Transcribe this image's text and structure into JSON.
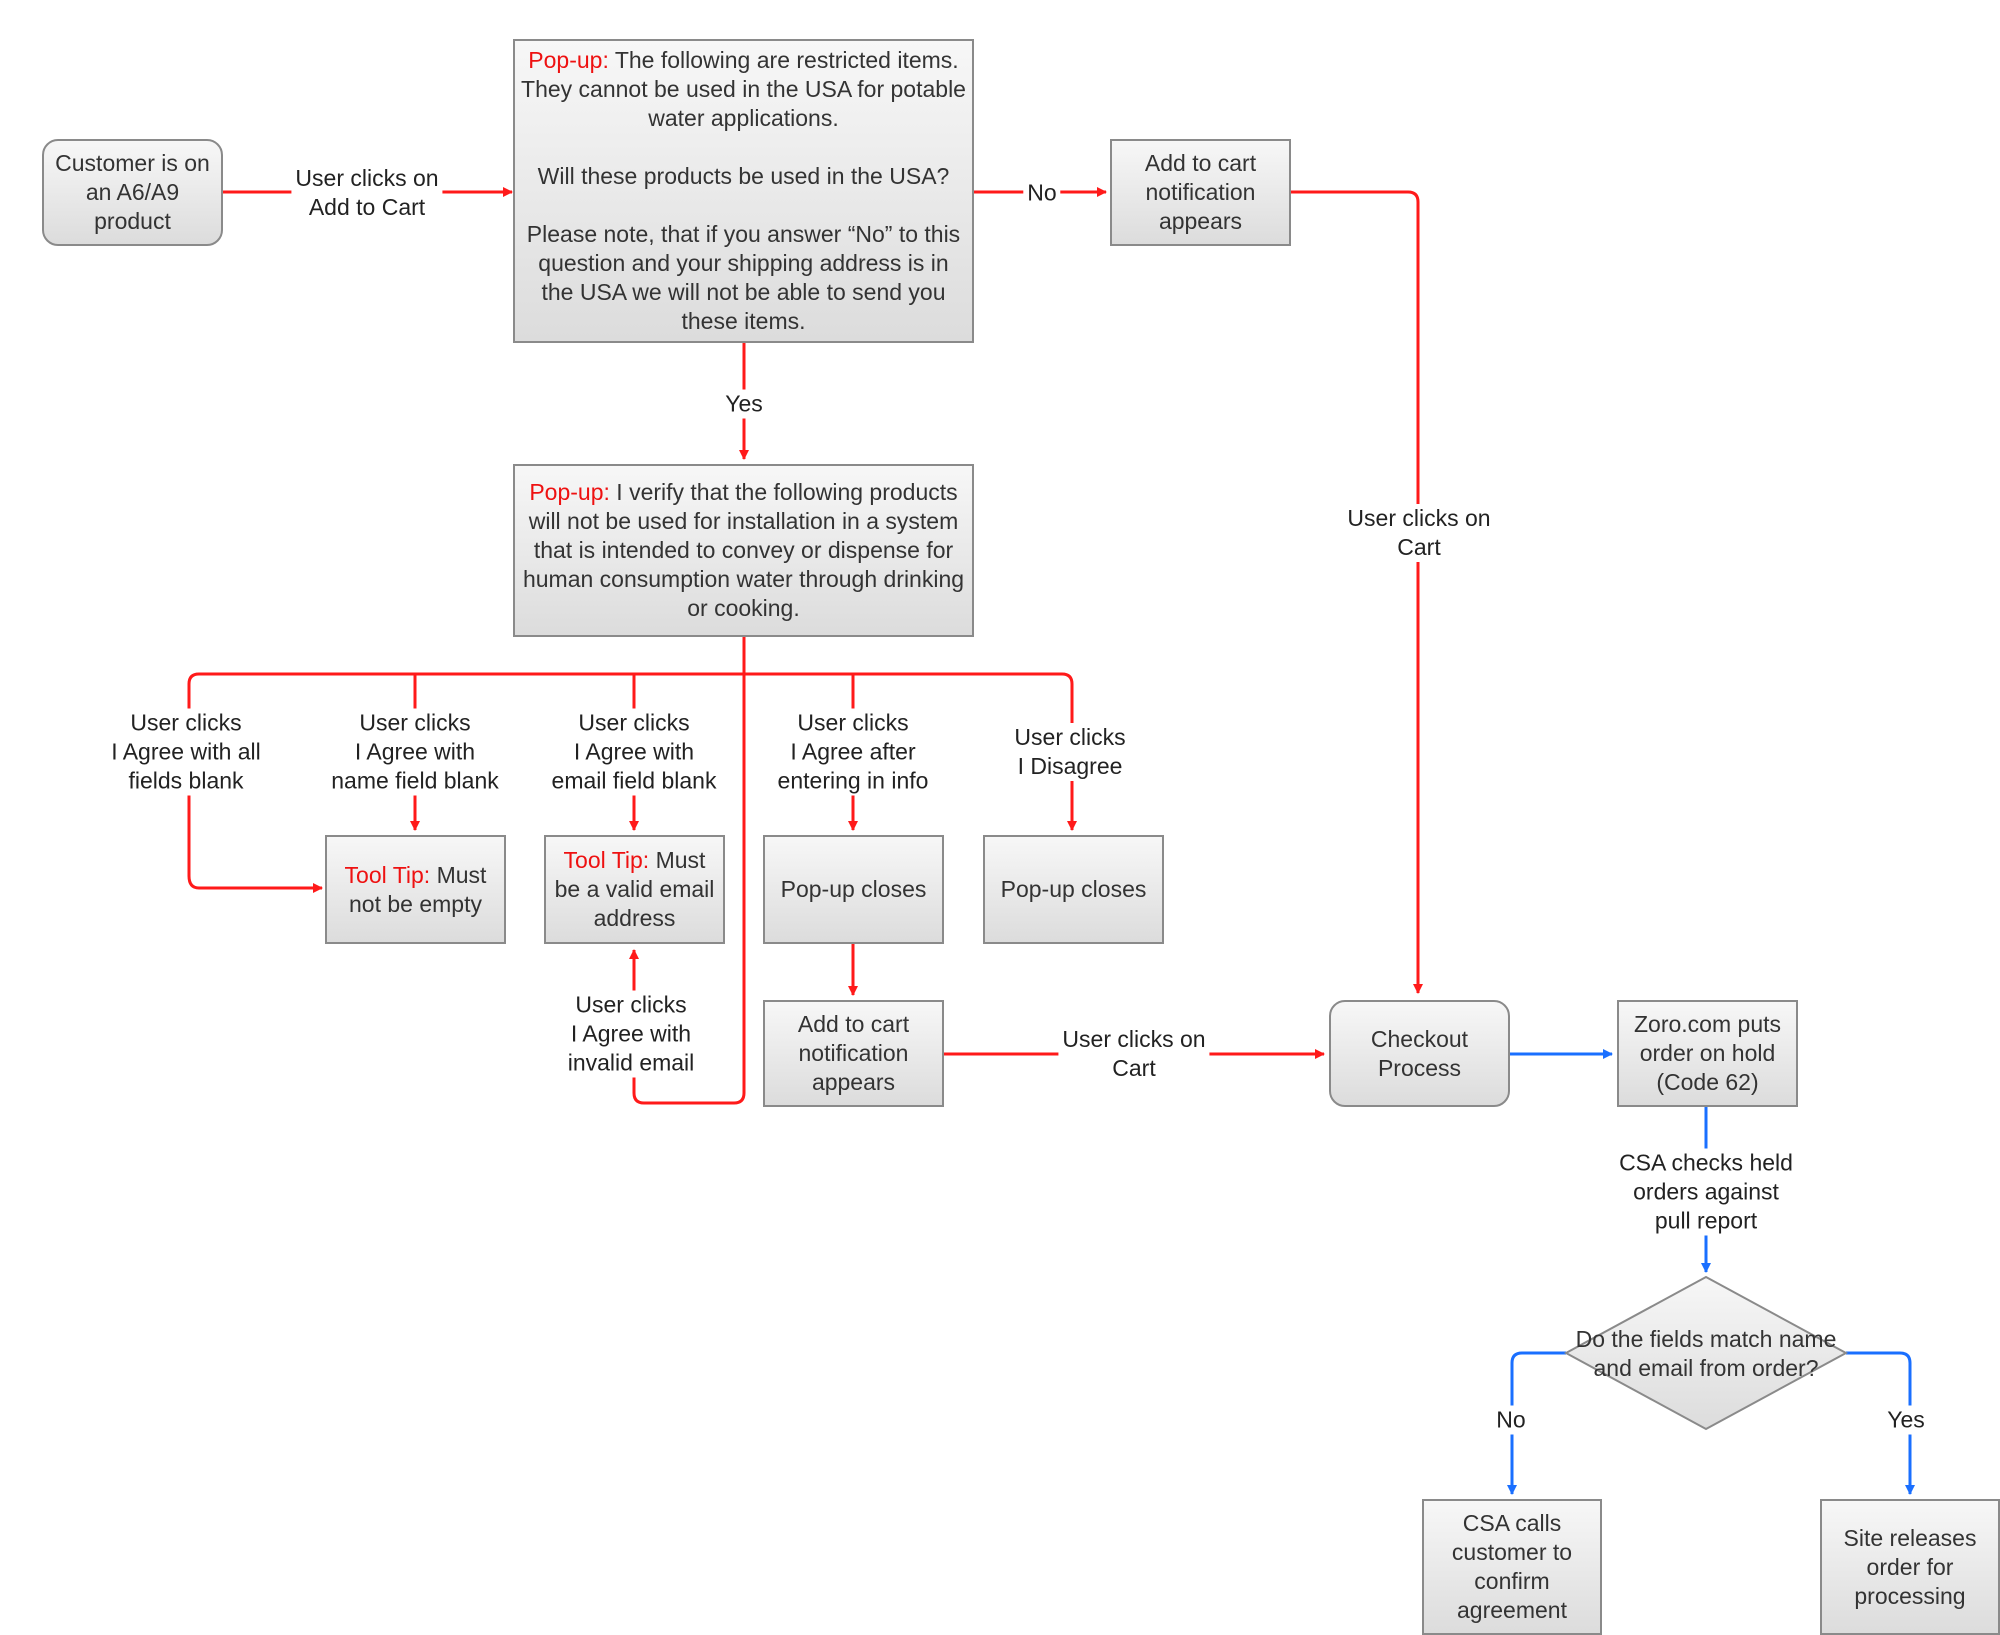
{
  "nodes": {
    "start": "Customer is on an A6/A9 product",
    "popup1": {
      "prefix": "Pop-up:",
      "text": " The following are restricted items. They cannot be used in the USA for potable water applications.",
      "question": "Will these products be used in the USA?",
      "note": "Please note, that if you answer “No” to this question and your shipping address is in the USA we will not be able to send you these items."
    },
    "add_cart_top": "Add to cart notification appears",
    "popup2": {
      "prefix": "Pop-up:",
      "text": " I verify that the following products will not be used for installation in a system that is intended to convey or dispense for human consumption water through drinking or cooking."
    },
    "tooltip1": {
      "prefix": "Tool Tip:",
      "text": " Must not be empty"
    },
    "tooltip2": {
      "prefix": "Tool Tip:",
      "text": " Must be a valid email address"
    },
    "popup_closes_1": "Pop-up closes",
    "popup_closes_2": "Pop-up closes",
    "add_cart_bottom": "Add to cart notification appears",
    "checkout": "Checkout Process",
    "zoro_hold": "Zoro.com puts order on hold (Code 62)",
    "decision": "Do the fields match name and email from order?",
    "csa_calls": "CSA calls customer to confirm agreement",
    "site_releases": "Site releases order for processing"
  },
  "edge_labels": {
    "user_clicks_add_to_cart": "User clicks on\nAdd to Cart",
    "no_top": "No",
    "yes_mid": "Yes",
    "user_clicks_cart_right": "User clicks on\nCart",
    "agree_all_blank": "User clicks\nI Agree with all\nfields blank",
    "agree_name_blank": "User clicks\nI Agree with\nname field blank",
    "agree_email_blank": "User clicks\nI Agree with\nemail field blank",
    "agree_after_info": "User clicks\nI Agree after\nentering in info",
    "disagree": "User clicks\nI Disagree",
    "agree_invalid_email": "User clicks\nI Agree with\ninvalid email",
    "user_clicks_cart_bottom": "User clicks on\nCart",
    "csa_checks": "CSA checks held\norders against\npull report",
    "no_bottom": "No",
    "yes_bottom": "Yes"
  },
  "colors": {
    "red_flow": "#ff1a1a",
    "blue_flow": "#1a6fff",
    "node_border": "#8a8a8a",
    "label_red": "#ee1111"
  }
}
